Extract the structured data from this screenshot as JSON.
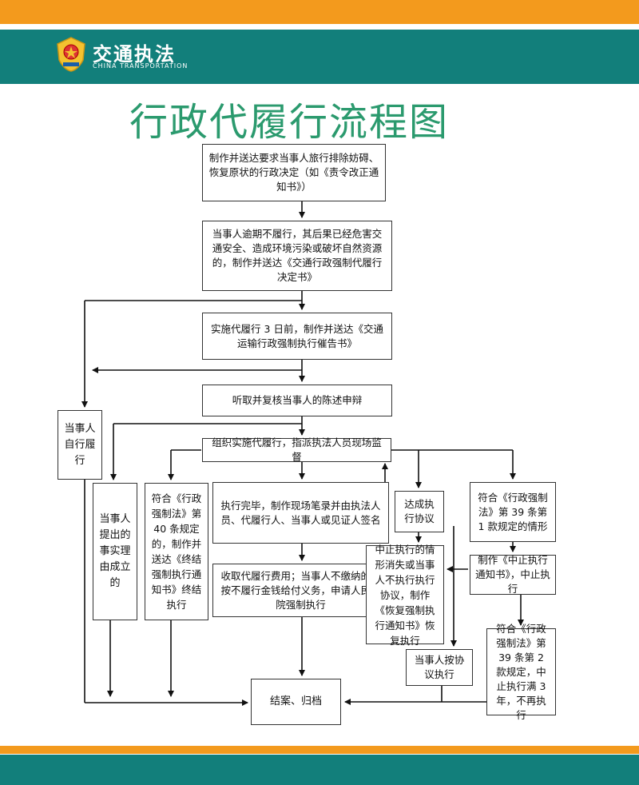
{
  "header": {
    "brand_cn": "交通执法",
    "brand_en": "CHINA TRANSPORTATION"
  },
  "title": "行政代履行流程图",
  "colors": {
    "orange": "#f39a1d",
    "teal": "#127f7b",
    "title_green": "#2b9a6e"
  },
  "flow": {
    "step1": "制作并送达要求当事人旅行排除妨碍、恢复原状的行政决定（如《责令改正通知书》）",
    "step2": "当事人逾期不履行，其后果已经危害交通安全、造成环境污染或破坏自然资源的，制作并送达《交通行政强制代履行决定书》",
    "step3": "实施代履行 3 日前，制作并送达《交通运输行政强制执行催告书》",
    "step4": "听取并复核当事人的陈述申辩",
    "self_perform": "当事人自行履行",
    "organize": "组织实施代履行，指派执法人员现场监督",
    "facts_established": "当事人提出的事实理由成立的",
    "art40": "符合《行政强制法》第 40 条规定的，制作并送达《终结强制执行通知书》终结执行",
    "completed": "执行完毕，制作现场笔录并由执法人员、代履行人、当事人或见证人签名",
    "fees": "收取代履行费用；当事人不缴纳的，按不履行金钱给付义务，申请人民法院强制执行",
    "agreement": "达成执行协议",
    "resume": "中止执行的情形消失或当事人不执行执行协议，制作《恢复强制执行通知书》恢复执行",
    "by_agreement": "当事人按协议执行",
    "art39_1": "符合《行政强制法》第 39 条第 1 款规定的情形",
    "suspend": "制作《中止执行通知书》，中止执行",
    "art39_2": "符合《行政强制法》第 39 条第 2 款规定，中止执行满 3 年，不再执行",
    "archive": "结案、归档"
  }
}
